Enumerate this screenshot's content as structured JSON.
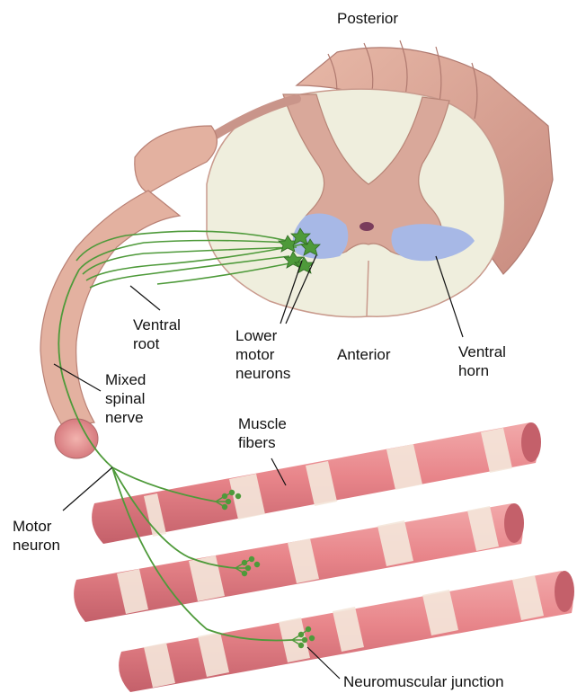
{
  "labels": {
    "posterior": "Posterior",
    "anterior": "Anterior",
    "ventral_root": "Ventral\nroot",
    "lower_motor_neurons": "Lower\nmotor\nneurons",
    "ventral_horn": "Ventral\nhorn",
    "mixed_spinal_nerve": "Mixed\nspinal\nnerve",
    "muscle_fibers": "Muscle\nfibers",
    "motor_neuron": "Motor\nneuron",
    "neuromuscular_junction": "Neuromuscular junction"
  },
  "colors": {
    "white_matter": "#efeedd",
    "gray_matter_outline": "#d9a89a",
    "cord_tissue": "#d89c8c",
    "ventral_horn": "#a7b8e6",
    "neuron": "#4e9a3a",
    "muscle": "#e8878b",
    "muscle_band": "#f4e7da",
    "leader_line": "#111111"
  }
}
